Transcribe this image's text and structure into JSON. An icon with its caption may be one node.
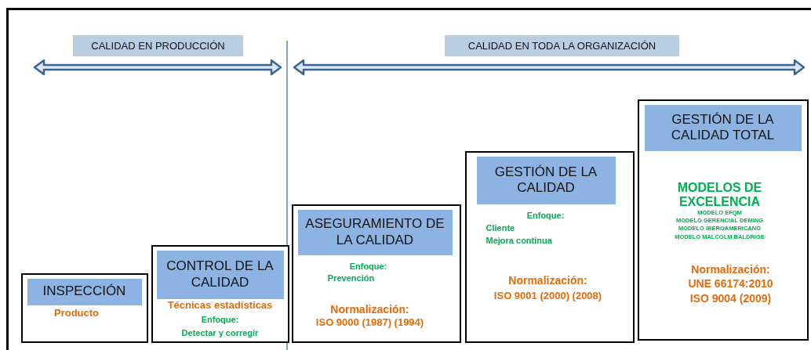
{
  "diagram": {
    "nodes": [
      {
        "text": [
          "CALIDAD EN PRODUCCIÓN"
        ]
      },
      {
        "text": [
          "CALIDAD EN TODA LA ORGANIZACIÓN"
        ]
      },
      {
        "text": [
          "Producto"
        ]
      },
      {
        "text": [
          "INSPECCIÓN"
        ],
        "in": 2
      },
      {
        "text": [
          "Técnicas estadísticas",
          "Enfoque:",
          "Detectar y corregir"
        ]
      },
      {
        "text": [
          "CONTROL DE LA CALIDAD"
        ],
        "in": 4
      },
      {
        "text": [
          "Enfoque:",
          "Prevención",
          "Normalización:",
          "ISO 9000 (1987) (1994)"
        ]
      },
      {
        "text": [
          "ASEGURAMIENTO DE LA CALIDAD"
        ],
        "in": 6
      },
      {
        "text": [
          "Enfoque:",
          "Cliente",
          "Mejora continua",
          "Normalización:",
          "ISO 9001 (2000) (2008)"
        ]
      },
      {
        "text": [
          "GESTIÓN DE LA CALIDAD"
        ],
        "in": 8
      },
      {
        "text": [
          "MODELOS DE EXCELENCIA",
          "MODELO EFQM",
          "MODELO GERENCIAL DEMING",
          "MODELO IBEROAMERICANO",
          "MODELO MALCOLM BALDRIGE",
          "Normalización:",
          "UNE 66174:2010",
          "ISO 9004 (2009)"
        ]
      },
      {
        "text": [
          "GESTIÓN DE LA CALIDAD TOTAL"
        ],
        "in": 10
      }
    ]
  }
}
